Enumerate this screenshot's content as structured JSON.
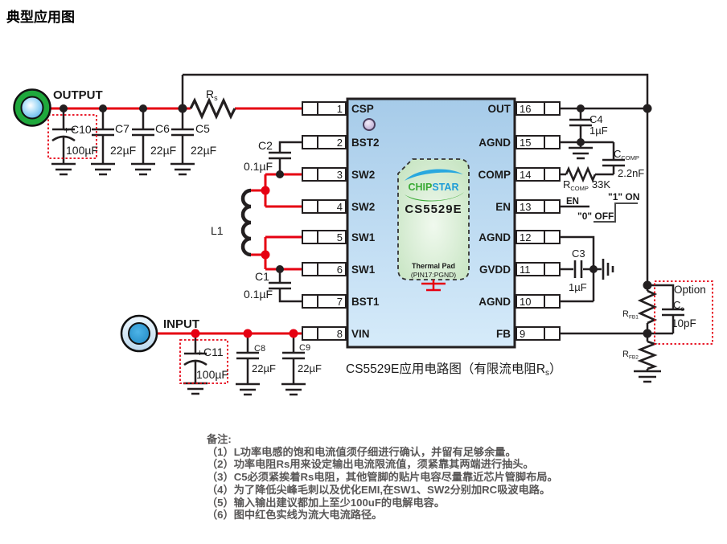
{
  "title": "典型应用图",
  "terminals": {
    "output_label": "OUTPUT",
    "input_label": "INPUT"
  },
  "ic": {
    "part_number": "CS5529E",
    "logo": {
      "part1": "CHIP",
      "part2": "STAR"
    },
    "thermal_pad_line1": "Thermal Pad",
    "thermal_pad_line2": "(PIN17:PGND)",
    "left_pins": [
      {
        "num": "1",
        "name": "CSP"
      },
      {
        "num": "2",
        "name": "BST2"
      },
      {
        "num": "3",
        "name": "SW2"
      },
      {
        "num": "4",
        "name": "SW2"
      },
      {
        "num": "5",
        "name": "SW1"
      },
      {
        "num": "6",
        "name": "SW1"
      },
      {
        "num": "7",
        "name": "BST1"
      },
      {
        "num": "8",
        "name": "VIN"
      }
    ],
    "right_pins": [
      {
        "num": "16",
        "name": "OUT"
      },
      {
        "num": "15",
        "name": "AGND"
      },
      {
        "num": "14",
        "name": "COMP"
      },
      {
        "num": "13",
        "name": "EN"
      },
      {
        "num": "12",
        "name": "AGND"
      },
      {
        "num": "11",
        "name": "GVDD"
      },
      {
        "num": "10",
        "name": "AGND"
      },
      {
        "num": "9",
        "name": "FB"
      }
    ]
  },
  "components": {
    "rs": {
      "ref": "R",
      "sub": "s"
    },
    "c10": {
      "plus": "+",
      "ref": "C10",
      "value": "100µF"
    },
    "c7": {
      "ref": "C7",
      "value": "22µF"
    },
    "c6": {
      "ref": "C6",
      "value": "22µF"
    },
    "c5": {
      "ref": "C5",
      "value": "22µF"
    },
    "c2": {
      "ref": "C2",
      "value": "0.1µF"
    },
    "c1": {
      "ref": "C1",
      "value": "0.1µF"
    },
    "l1": {
      "ref": "L1"
    },
    "c11": {
      "plus": "+",
      "ref": "C11",
      "value": "100µF"
    },
    "c8": {
      "ref": "C8",
      "value": "22µF"
    },
    "c9": {
      "ref": "C9",
      "value": "22µF"
    },
    "c4": {
      "ref": "C4",
      "value": "1µF"
    },
    "ccomp": {
      "ref": "C",
      "sub": "COMP",
      "value": "2.2nF"
    },
    "rcomp": {
      "ref": "R",
      "sub": "COMP",
      "value": "33K"
    },
    "c3": {
      "ref": "C3",
      "value": "1µF"
    },
    "rfb1": {
      "ref": "R",
      "sub": "FB1"
    },
    "rfb2": {
      "ref": "R",
      "sub": "FB2"
    },
    "cc": {
      "box_label": "Option",
      "ref": "C",
      "sub": "c",
      "value": "10pF"
    }
  },
  "en_annotation": {
    "label": "EN",
    "on": "\"1\" ON",
    "off": "\"0\" OFF"
  },
  "caption": {
    "main": "CS5529E应用电路图（有限流电阻R",
    "sub": "s",
    "end": "）"
  },
  "notes": {
    "header": "备注:",
    "items": [
      "（1）L功率电感的饱和电流值须仔细进行确认，并留有足够余量。",
      "（2）功率电阻Rs用来设定输出电流限流值，须紧靠其两端进行抽头。",
      "（3）C5必须紧挨着Rs电阻，其他管脚的贴片电容尽量靠近芯片管脚布局。",
      "（4）为了降低尖峰毛刺以及优化EMI,在SW1、SW2分别加RC吸波电路。",
      "（5）输入输出建议都加上至少100uF的电解电容。",
      "（6）图中红色实线为流大电流路径。"
    ]
  }
}
